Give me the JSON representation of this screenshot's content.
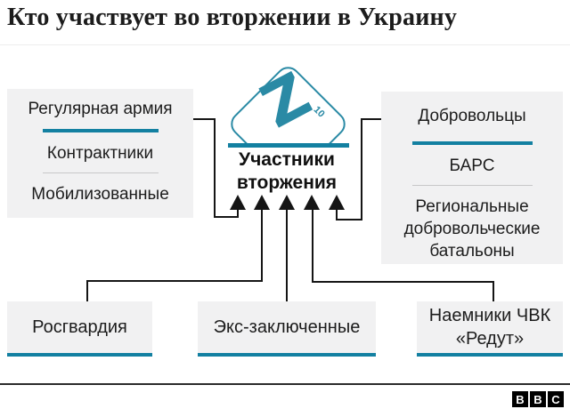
{
  "title": "Кто участвует во вторжении в Украину",
  "center": {
    "symbol": "Z",
    "symbol_number": "10",
    "label_line1": "Участники",
    "label_line2": "вторжения"
  },
  "panels": {
    "left": {
      "heading": "Регулярная армия",
      "items": [
        "Контрактники",
        "Мобилизованные"
      ]
    },
    "right": {
      "heading": "Добровольцы",
      "items": [
        "БАРС",
        "Региональные добровольческие батальоны"
      ]
    }
  },
  "bottom_boxes": [
    {
      "label": "Росгвардия"
    },
    {
      "label": "Экс-заключенные"
    },
    {
      "label": "Наемники ЧВК «Редут»"
    }
  ],
  "footer": {
    "logo": [
      "B",
      "B",
      "C"
    ]
  },
  "colors": {
    "teal": "#1380A1",
    "diamond_teal": "#2a8aa5",
    "box_bg": "#f1f1f2",
    "line": "#151515"
  }
}
